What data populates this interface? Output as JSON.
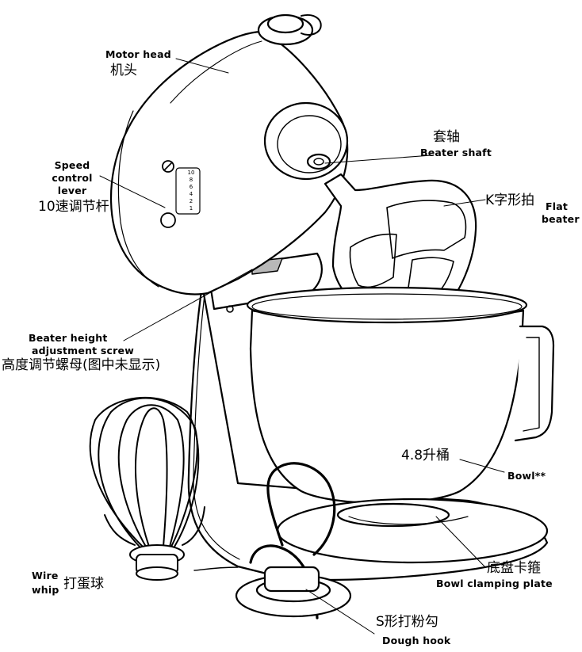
{
  "labels": {
    "motor_head_en": "Motor head",
    "motor_head_zh": "机头",
    "speed_lever_en_1": "Speed",
    "speed_lever_en_2": "control",
    "speed_lever_en_3": "lever",
    "speed_lever_zh": "10速调节杆",
    "beater_shaft_zh": "套轴",
    "beater_shaft_en": "Beater shaft",
    "flat_beater_zh": "K字形拍",
    "flat_beater_en_1": "Flat",
    "flat_beater_en_2": "beater",
    "height_screw_en_1": "Beater height",
    "height_screw_en_2": "adjustment   screw",
    "height_screw_zh": "高度调节螺母(图中未显示)",
    "bowl_zh": "4.8升桶",
    "bowl_en": "Bowl**",
    "wire_whip_en_1": "Wire",
    "wire_whip_en_2": "whip",
    "wire_whip_zh": "打蛋球",
    "clamping_plate_zh": "底盘卡箍",
    "clamping_plate_en": "Bowl clamping plate",
    "dough_hook_zh": "S形打粉勾",
    "dough_hook_en": "Dough hook"
  },
  "speed_dial_marks": [
    "10",
    "8",
    "6",
    "4",
    "2",
    "1"
  ],
  "colors": {
    "line": "#000000",
    "background": "#ffffff",
    "shade": "#b8b8b8"
  }
}
